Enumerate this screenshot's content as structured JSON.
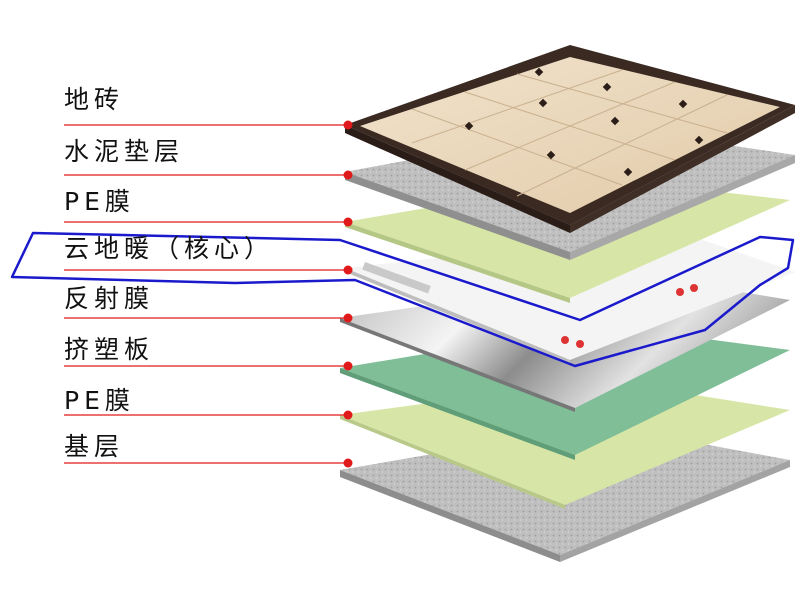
{
  "diagram": {
    "layers": [
      {
        "label": "地砖",
        "color": "#ead8bf"
      },
      {
        "label": "水泥垫层",
        "color": "#bdbdbd"
      },
      {
        "label": "PE膜",
        "color": "#d7e6a6"
      },
      {
        "label": "云地暖（核心）",
        "color": "#f2f2f2",
        "highlighted": true
      },
      {
        "label": "反射膜",
        "color": "#c9c9c9"
      },
      {
        "label": "挤塑板",
        "color": "#7fbe97"
      },
      {
        "label": "PE膜",
        "color": "#d7e6a6"
      },
      {
        "label": "基层",
        "color": "#bdbdbd"
      }
    ],
    "leader_color": "#e01a1a",
    "highlight_color": "#1a1acc",
    "border_color": "#3a2a22"
  }
}
